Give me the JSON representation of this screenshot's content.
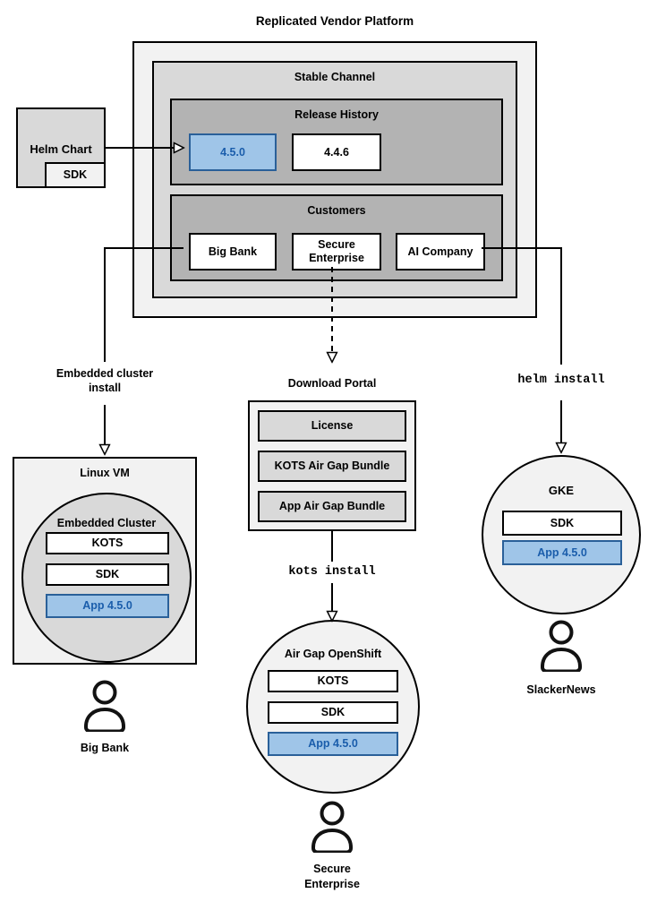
{
  "title": "Replicated Vendor Platform",
  "colors": {
    "box_light": "#f2f2f2",
    "box_mid": "#d9d9d9",
    "box_dark": "#b3b3b3",
    "highlight_fill": "#9fc5e8",
    "highlight_border": "#2a6099",
    "highlight_text": "#1a5dab",
    "line": "#000000"
  },
  "platform": {
    "stable_channel": "Stable Channel",
    "release_history": {
      "label": "Release History",
      "current_version": "4.5.0",
      "previous_version": "4.4.6"
    },
    "customers": {
      "label": "Customers",
      "big_bank": "Big Bank",
      "secure_enterprise": "Secure Enterprise",
      "ai_company": "AI Company"
    }
  },
  "helm_chart": {
    "label": "Helm Chart",
    "sdk": "SDK"
  },
  "flows": {
    "embedded": {
      "arrow_label": "Embedded cluster install",
      "vm_label": "Linux VM",
      "cluster_label": "Embedded Cluster",
      "components": {
        "kots": "KOTS",
        "sdk": "SDK",
        "app": "App 4.5.0"
      },
      "user": "Big Bank"
    },
    "airgap": {
      "portal_label": "Download Portal",
      "portal_items": [
        "License",
        "KOTS Air Gap Bundle",
        "App Air Gap Bundle"
      ],
      "command": "kots install",
      "cluster_label": "Air Gap OpenShift",
      "components": {
        "kots": "KOTS",
        "sdk": "SDK",
        "app": "App 4.5.0"
      },
      "user": "Secure Enterprise"
    },
    "helm": {
      "command": "helm install",
      "cluster_label": "GKE",
      "components": {
        "sdk": "SDK",
        "app": "App 4.5.0"
      },
      "user": "SlackerNews"
    }
  }
}
